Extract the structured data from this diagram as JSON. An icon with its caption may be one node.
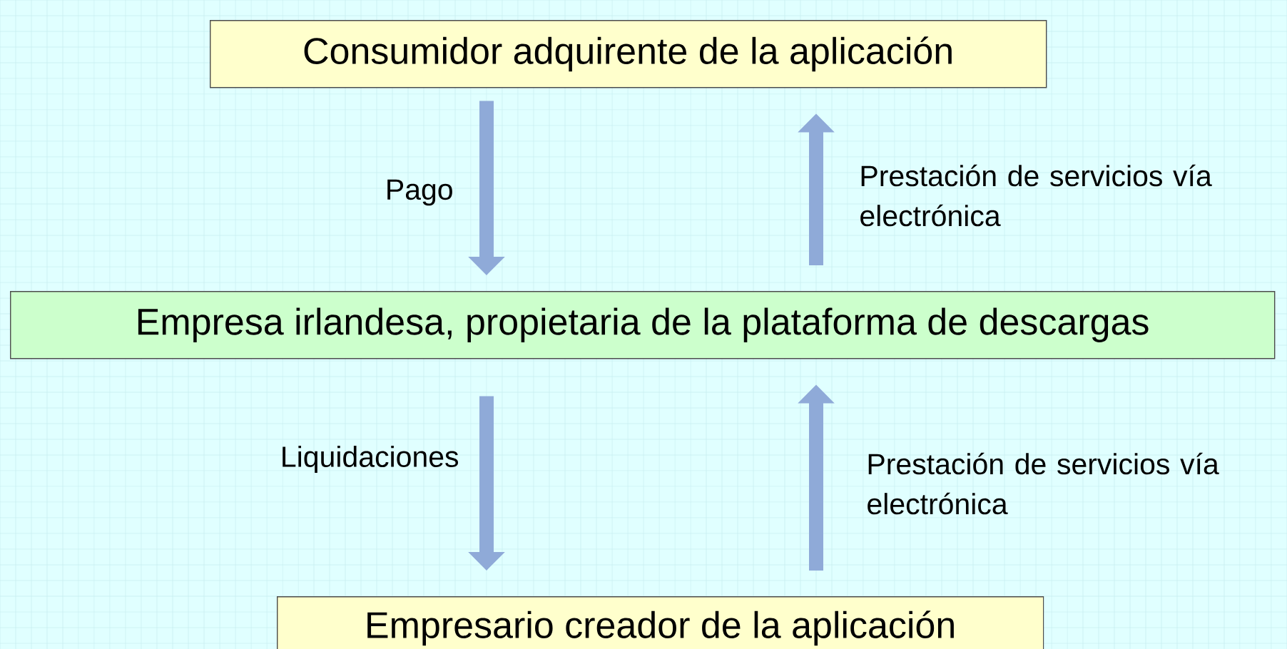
{
  "diagram": {
    "nodes": [
      {
        "text": [
          "Consumidor adquirente de la aplicación"
        ]
      },
      {
        "text": [
          "Empresa irlandesa, propietaria de la plataforma de descargas"
        ]
      },
      {
        "text": [
          "Empresario creador de la aplicación"
        ]
      }
    ],
    "edges": [
      {
        "from": 0,
        "to": 1,
        "arrow": "to",
        "label": "Pago"
      },
      {
        "from": 1,
        "to": 0,
        "arrow": "to",
        "label": "Prestación de servicios vía electrónica"
      },
      {
        "from": 1,
        "to": 2,
        "arrow": "to",
        "label": "Liquidaciones"
      },
      {
        "from": 2,
        "to": 1,
        "arrow": "to",
        "label": "Prestación de servicios vía electrónica"
      }
    ]
  }
}
